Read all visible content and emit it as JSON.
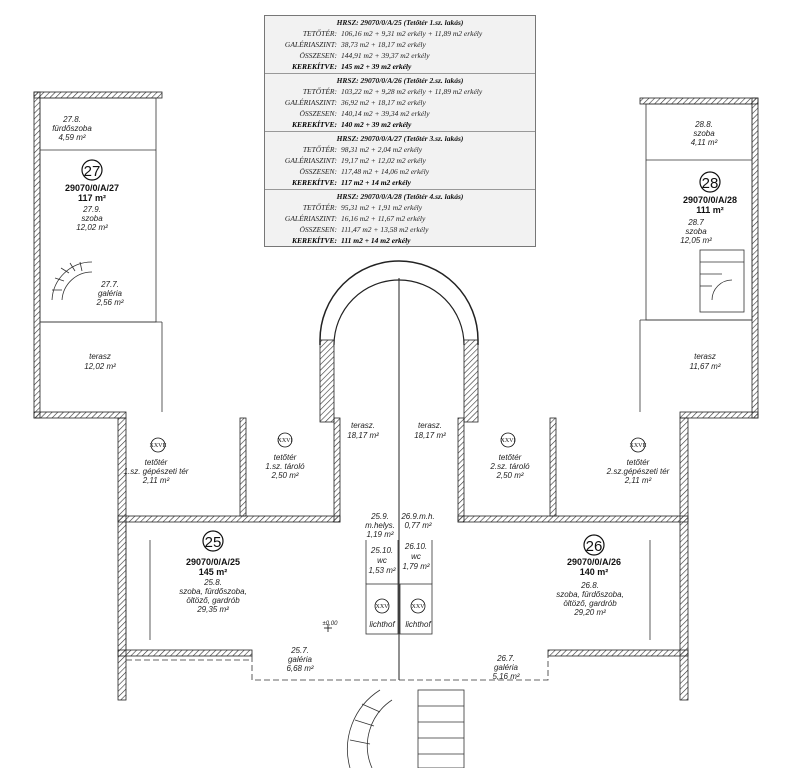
{
  "area_table": [
    {
      "title": "HRSZ: 29070/0/A/25 (Tetőtér 1.sz. lakás)",
      "rows": [
        {
          "label": "TETŐTÉR:",
          "value": "106,16  m2  +   9,31  m2  erkély  +  11,89  m2  erkély"
        },
        {
          "label": "GALÉRIASZINT:",
          "value": "38,73  m2  +  18,17  m2  erkély"
        },
        {
          "label": "ÖSSZESEN:",
          "value": "144,91  m2  +  39,37  m2  erkély"
        },
        {
          "label": "KEREKÍTVE:",
          "value": "145  m2 +   39  m2  erkély",
          "bold": true
        }
      ]
    },
    {
      "title": "HRSZ: 29070/0/A/26 (Tetőtér 2.sz. lakás)",
      "rows": [
        {
          "label": "TETŐTÉR:",
          "value": "103,22  m2  +   9,28  m2  erkély  +  11,89  m2  erkély"
        },
        {
          "label": "GALÉRIASZINT:",
          "value": "36,92  m2  +  18,17  m2  erkély"
        },
        {
          "label": "ÖSSZESEN:",
          "value": "140,14  m2  +  39,34  m2  erkély"
        },
        {
          "label": "KEREKÍTVE:",
          "value": "140  m2 +   39  m2  erkély",
          "bold": true
        }
      ]
    },
    {
      "title": "HRSZ: 29070/0/A/27 (Tetőtér 3.sz. lakás)",
      "rows": [
        {
          "label": "TETŐTÉR:",
          "value": "98,31  m2  +   2,04  m2  erkély"
        },
        {
          "label": "GALÉRIASZINT:",
          "value": "19,17  m2  +  12,02  m2  erkély"
        },
        {
          "label": "ÖSSZESEN:",
          "value": "117,48  m2  +  14,06  m2  erkély"
        },
        {
          "label": "KEREKÍTVE:",
          "value": "117  m2 +   14  m2  erkély",
          "bold": true
        }
      ]
    },
    {
      "title": "HRSZ: 29070/0/A/28 (Tetőtér 4.sz. lakás)",
      "rows": [
        {
          "label": "TETŐTÉR:",
          "value": "95,31  m2  +   1,91  m2  erkély"
        },
        {
          "label": "GALÉRIASZINT:",
          "value": "16,16  m2  +  11,67  m2  erkély"
        },
        {
          "label": "ÖSSZESEN:",
          "value": "111,47  m2  +  13,58  m2  erkély"
        },
        {
          "label": "KEREKÍTVE:",
          "value": "111  m2 +   14  m2  erkély",
          "bold": true
        }
      ]
    }
  ],
  "units": {
    "u27": {
      "badge": "27",
      "number": "29070/0/A/27",
      "area": "117 m²"
    },
    "u28": {
      "badge": "28",
      "number": "29070/0/A/28",
      "area": "111 m²"
    },
    "u25": {
      "badge": "25",
      "number": "29070/0/A/25",
      "area": "145 m²"
    },
    "u26": {
      "badge": "26",
      "number": "29070/0/A/26",
      "area": "140 m²"
    }
  },
  "rooms": {
    "r27_8": {
      "code": "27.8.",
      "name": "fürdőszoba",
      "area": "4,59 m²"
    },
    "r27_9": {
      "code": "27.9.",
      "name": "szoba",
      "area": "12,02 m²"
    },
    "r27_7": {
      "code": "27.7.",
      "name": "galéria",
      "area": "2,56 m²"
    },
    "terasz_left": {
      "name": "terasz",
      "area": "12,02 m²"
    },
    "r28_8": {
      "code": "28.8.",
      "name": "szoba",
      "area": "4,11 m²"
    },
    "r28_7": {
      "code": "28.7",
      "name": "szoba",
      "area": "12,05 m²"
    },
    "terasz_right": {
      "name": "terasz",
      "area": "11,67 m²"
    },
    "terasz_center_left": {
      "name": "terasz.",
      "area": "18,17 m²"
    },
    "terasz_center_right": {
      "name": "terasz.",
      "area": "18,17 m²"
    },
    "gep_left": {
      "roman": "XXVII",
      "line1": "tetőtér",
      "line2": "1.sz. gépészeti tér",
      "area": "2,11 m²"
    },
    "taro_left": {
      "roman": "XXVI",
      "line1": "tetőtér",
      "line2": "1.sz. tároló",
      "area": "2,50 m²"
    },
    "taro_right": {
      "roman": "XXVI",
      "line1": "tetőtér",
      "line2": "2.sz. tároló",
      "area": "2,50 m²"
    },
    "gep_right": {
      "roman": "XXVII",
      "line1": "tetőtér",
      "line2": "2.sz.gépészeti tér",
      "area": "2,11 m²"
    },
    "r25_9": {
      "code": "25.9.",
      "name": "m.helys.",
      "area": "1,19 m²"
    },
    "r26_9": {
      "code": "26.9.m.h.",
      "area": "0,77 m²"
    },
    "r25_10": {
      "code": "25.10.",
      "name": "wc",
      "area": "1,53 m²"
    },
    "r26_10": {
      "code": "26.10.",
      "name": "wc",
      "area": "1,79 m²"
    },
    "r25_8": {
      "code": "25.8.",
      "name": "szoba, fürdőszoba,",
      "name2": "öltöző, gardrób",
      "area": "29,35 m²"
    },
    "r26_8": {
      "code": "26.8.",
      "name": "szoba, fürdőszoba,",
      "name2": "öltöző, gardrób",
      "area": "29,20 m²"
    },
    "light_left": {
      "roman": "XXV",
      "name": "lichthof"
    },
    "light_right": {
      "roman": "XXV",
      "name": "lichthof"
    },
    "r25_7": {
      "code": "25.7.",
      "name": "galéria",
      "area": "6,68 m²"
    },
    "r26_7": {
      "code": "26.7.",
      "name": "galéria",
      "area": "5,16 m²"
    },
    "level": {
      "text": "±0,00"
    }
  }
}
